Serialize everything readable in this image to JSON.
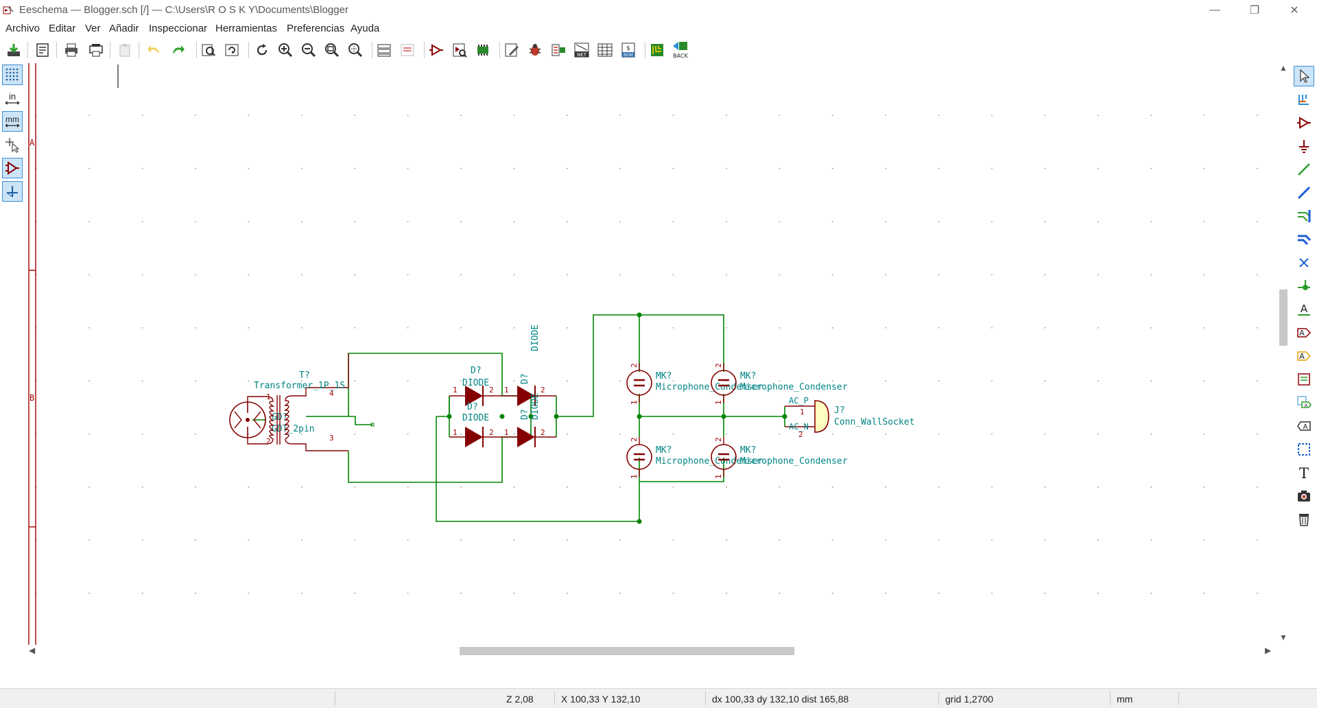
{
  "window": {
    "title": "Eeschema — Blogger.sch [/] — C:\\Users\\R O S K Y\\Documents\\Blogger",
    "minimize": "—",
    "maximize": "❐",
    "close": "✕"
  },
  "menu": [
    "Archivo",
    "Editar",
    "Ver",
    "Añadir",
    "Inspeccionar",
    "Herramientas",
    "Preferencias",
    "Ayuda"
  ],
  "toolbar": {
    "back_label": "BACK",
    "net_label": "NET",
    "bom_label": "BOM"
  },
  "left_toolbar": {
    "inch_label": "in",
    "mm_label": "mm"
  },
  "frame": {
    "row_a": "A",
    "row_b": "B"
  },
  "schematic": {
    "transformer": {
      "ref": "T?",
      "value": "Transformer_1P_1S",
      "pin1": "1",
      "pin2": "2",
      "pin3": "3",
      "pin4": "4"
    },
    "gdt": {
      "ref": "GD?",
      "value": "GDT_2pin"
    },
    "diode_top_left": {
      "ref": "D?",
      "value": "DIODE",
      "pin1": "1",
      "pin2": "2"
    },
    "diode_top_right": {
      "ref": "D?",
      "value": "DIODE",
      "pin1": "1",
      "pin2": "2"
    },
    "diode_bottom_left": {
      "ref": "D?",
      "value": "DIODE",
      "pin1": "1",
      "pin2": "2"
    },
    "diode_bottom_right": {
      "ref": "D?",
      "value": "DIODE",
      "pin1": "1",
      "pin2": "2"
    },
    "mic1": {
      "ref": "MK?",
      "value": "Microphone_Condenser",
      "pin_top": "2",
      "pin_bottom": "1"
    },
    "mic2": {
      "ref": "MK?",
      "value": "Microphone_Condenser",
      "pin_top": "2",
      "pin_bottom": "1"
    },
    "mic3": {
      "ref": "MK?",
      "value": "Microphone_Condenser",
      "pin_top": "2",
      "pin_bottom": "1"
    },
    "mic4": {
      "ref": "MK?",
      "value": "Microphone_Condenser",
      "pin_top": "2",
      "pin_bottom": "1"
    },
    "socket": {
      "ref": "J?",
      "value": "Conn_WallSocket",
      "pin_ac_p": "AC_P",
      "pin_ac_n": "AC_N",
      "pin1": "1",
      "pin2": "2"
    }
  },
  "status": {
    "zoom": "Z 2,08",
    "xy": "X 100,33  Y 132,10",
    "delta": "dx 100,33  dy 132,10  dist 165,88",
    "grid": "grid 1,2700",
    "units": "mm"
  },
  "colors": {
    "wire": "#008400",
    "component": "#840000",
    "component_fill": "#ffffc2",
    "text": "#008484",
    "junction": "#008400",
    "frame": "#a00000"
  }
}
